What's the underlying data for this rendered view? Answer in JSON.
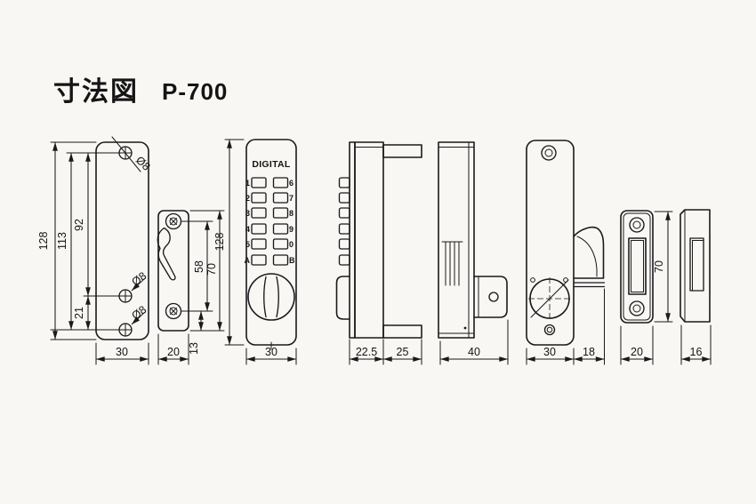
{
  "background": "#f8f7f4",
  "title": {
    "heading": "寸法図",
    "model": "P-700"
  },
  "drawing": {
    "back_plate": {
      "dim_height": "128",
      "dim_top_to_bottom_hole": "113",
      "dim_top_to_mid_hole": "92",
      "dim_mid_to_bottom_hole": "21",
      "dim_width": "30",
      "hole_top": "Ø8",
      "hole_mid": "Ø8",
      "hole_bottom": "Ø8"
    },
    "hook_plate": {
      "dim_screw_span": "58",
      "dim_height": "70",
      "dim_bottom_offset": "13",
      "dim_width": "20"
    },
    "keypad_front": {
      "brand": "DIGITAL",
      "keys_left": [
        "1",
        "2",
        "3",
        "4",
        "5",
        "A"
      ],
      "keys_right": [
        "6",
        "7",
        "8",
        "9",
        "0",
        "B"
      ],
      "dim_height": "128",
      "dim_width": "30"
    },
    "keypad_side": {
      "dim_body_depth": "22.5",
      "dim_bar_depth": "25"
    },
    "latch_side": {
      "dim_depth": "40"
    },
    "latch_back": {
      "dim_width": "30",
      "dim_hook_depth": "18"
    },
    "strike_plate": {
      "dim_height": "70",
      "dim_width": "20"
    },
    "strike_side": {
      "dim_depth": "16"
    }
  }
}
